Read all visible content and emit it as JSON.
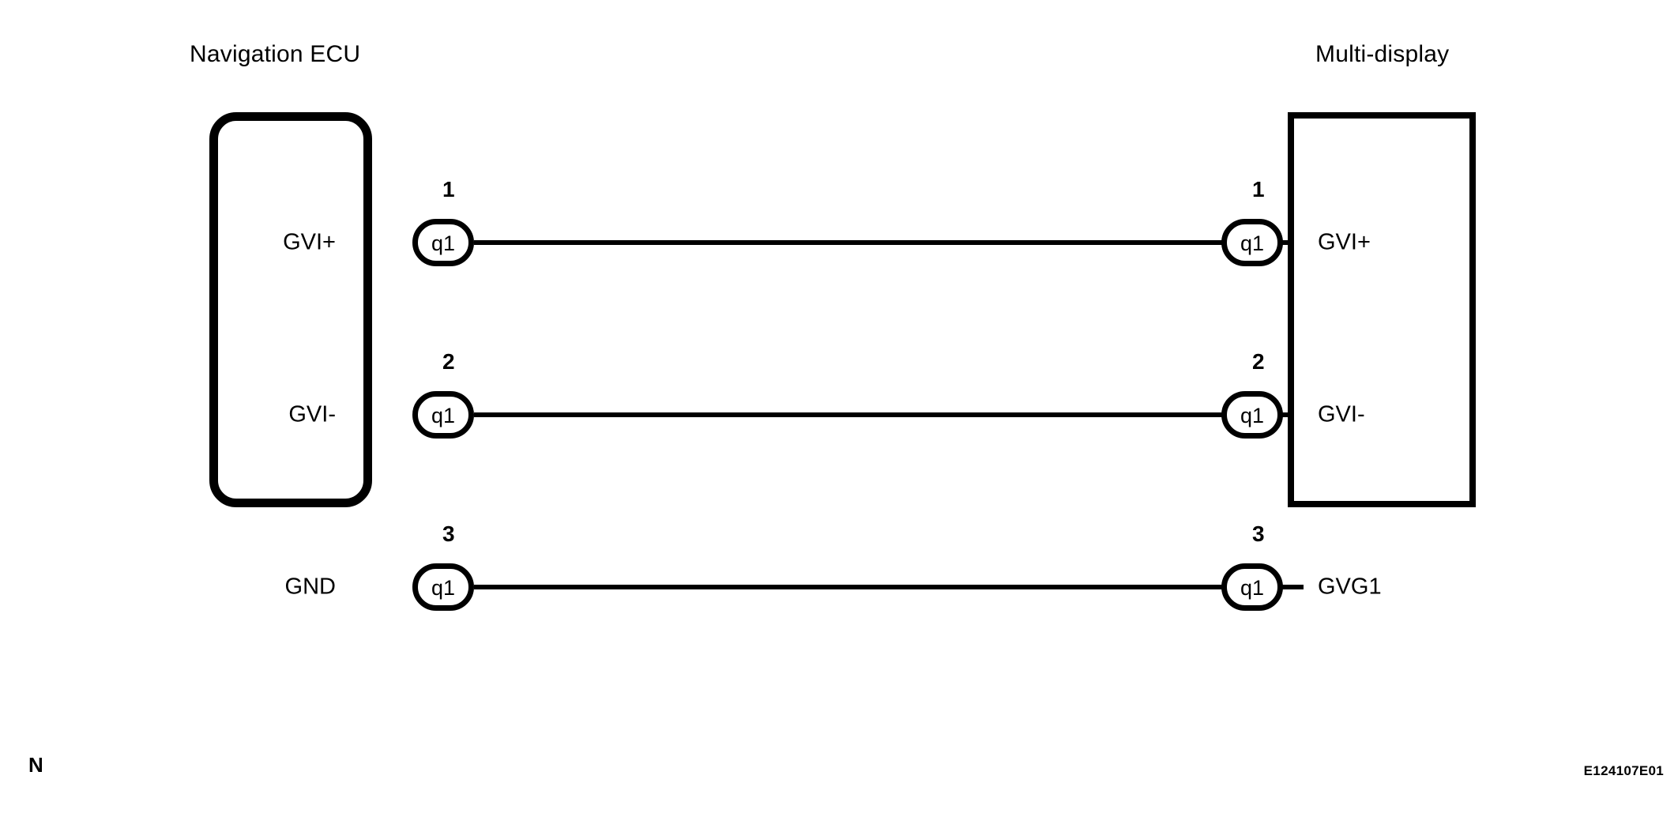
{
  "diagram": {
    "type": "wiring-harness-connector-diagram",
    "units": {
      "left": {
        "title": "Navigation ECU",
        "shape": "rounded-rectangle"
      },
      "right": {
        "title": "Multi-display",
        "shape": "rectangle"
      }
    },
    "connections": [
      {
        "pin_number": "1",
        "left_signal": "GVI+",
        "left_connector": "q1",
        "right_connector": "q1",
        "right_signal": "GVI+"
      },
      {
        "pin_number": "2",
        "left_signal": "GVI-",
        "left_connector": "q1",
        "right_connector": "q1",
        "right_signal": "GVI-"
      },
      {
        "pin_number": "3",
        "left_signal": "GND",
        "left_connector": "q1",
        "right_connector": "q1",
        "right_signal": "GVG1"
      }
    ],
    "footer": {
      "page_mark": "N",
      "figure_code": "E124107E01"
    },
    "colors": {
      "line": "#000000",
      "background": "#ffffff"
    }
  }
}
